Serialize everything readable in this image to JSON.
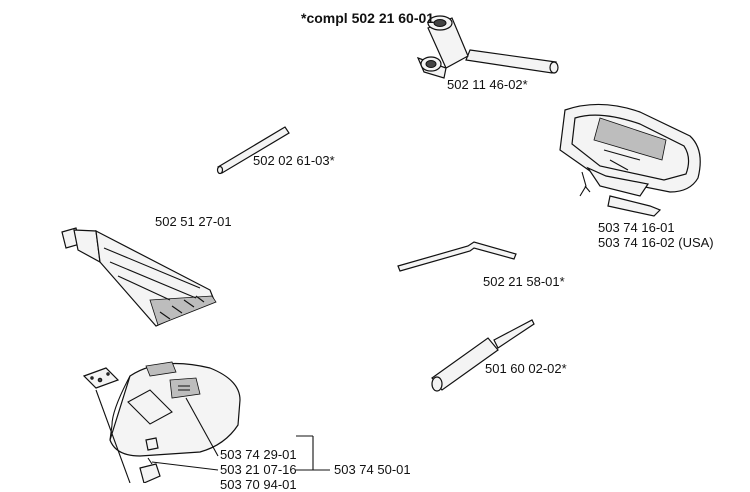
{
  "title": "*compl 502 21 60-01",
  "parts": {
    "spanner": "502 11 46-02*",
    "rod": "502 02 61-03*",
    "grease_tube": "502 51 27-01",
    "harness_1": "503 74 16-01",
    "harness_2": "503 74 16-02 (USA)",
    "hex_key": "502 21 58-01*",
    "file": "501 60 02-02*",
    "guard_plate": "503 74 29-01",
    "guard_screw": "503 21 07-16",
    "guard_kit": "503 74 50-01",
    "guard_partial": "503 70 94-01"
  }
}
